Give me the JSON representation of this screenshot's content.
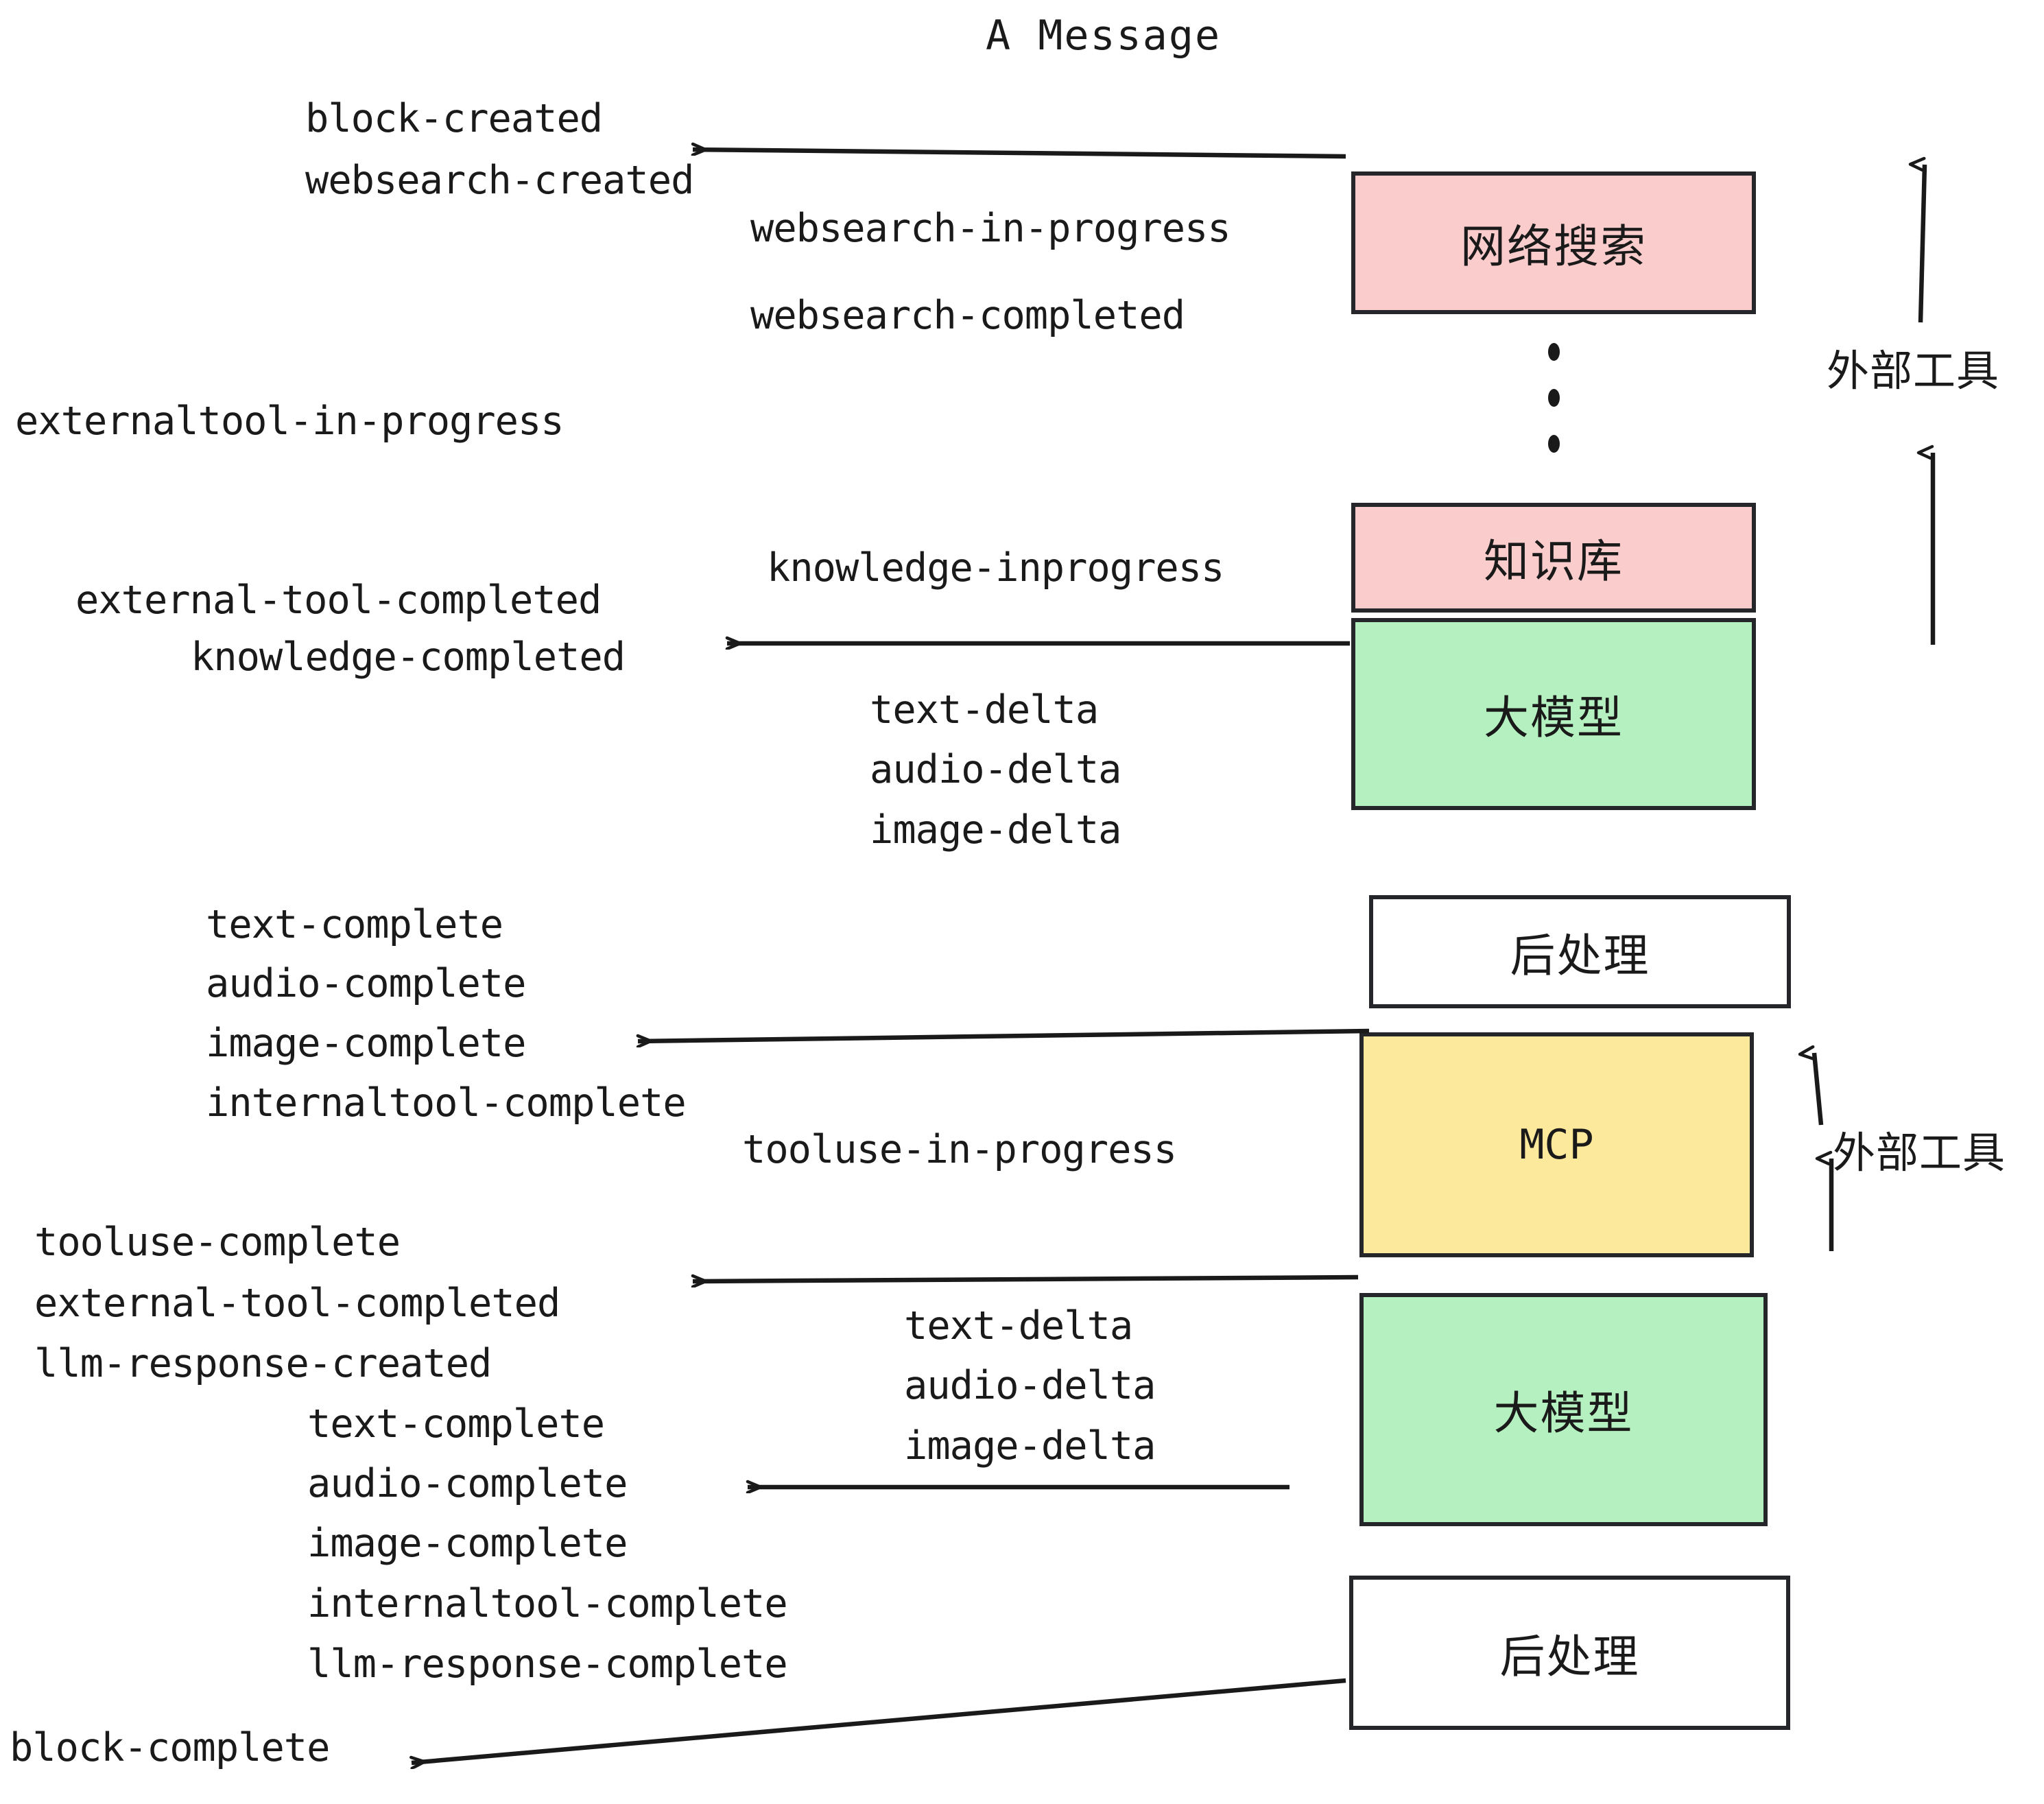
{
  "title": "A Message",
  "events": {
    "block_created": "block-created",
    "websearch_created": "websearch-created",
    "websearch_in_progress": "websearch-in-progress",
    "websearch_completed": "websearch-completed",
    "externaltool_in_progress": "externaltool-in-progress",
    "knowledge_inprogress": "knowledge-inprogress",
    "external_tool_completed_1": "external-tool-completed",
    "knowledge_completed": "knowledge-completed",
    "text_delta_1": "text-delta",
    "audio_delta_1": "audio-delta",
    "image_delta_1": "image-delta",
    "text_complete_1": "text-complete",
    "audio_complete_1": "audio-complete",
    "image_complete_1": "image-complete",
    "internaltool_complete_1": "internaltool-complete",
    "tooluse_in_progress": "tooluse-in-progress",
    "tooluse_complete": "tooluse-complete",
    "external_tool_completed_2": "external-tool-completed",
    "llm_response_created": "llm-response-created",
    "text_delta_2": "text-delta",
    "audio_delta_2": "audio-delta",
    "image_delta_2": "image-delta",
    "text_complete_2": "text-complete",
    "audio_complete_2": "audio-complete",
    "image_complete_2": "image-complete",
    "internaltool_complete_2": "internaltool-complete",
    "llm_response_complete": "llm-response-complete",
    "block_complete": "block-complete"
  },
  "nodes": {
    "websearch": "网络搜索",
    "knowledge": "知识库",
    "llm_top": "大模型",
    "postprocess_top": "后处理",
    "mcp": "MCP",
    "llm_bottom": "大模型",
    "postprocess_bottom": "后处理"
  },
  "annotations": {
    "external_tool_top": "外部工具",
    "external_tool_bottom": "外部工具"
  },
  "colors": {
    "pink": "#FACCCC",
    "green": "#B5F0C0",
    "yellow": "#FDE99B",
    "white": "#FFFFFF",
    "stroke": "#25262A",
    "text": "#1A1A1A"
  }
}
